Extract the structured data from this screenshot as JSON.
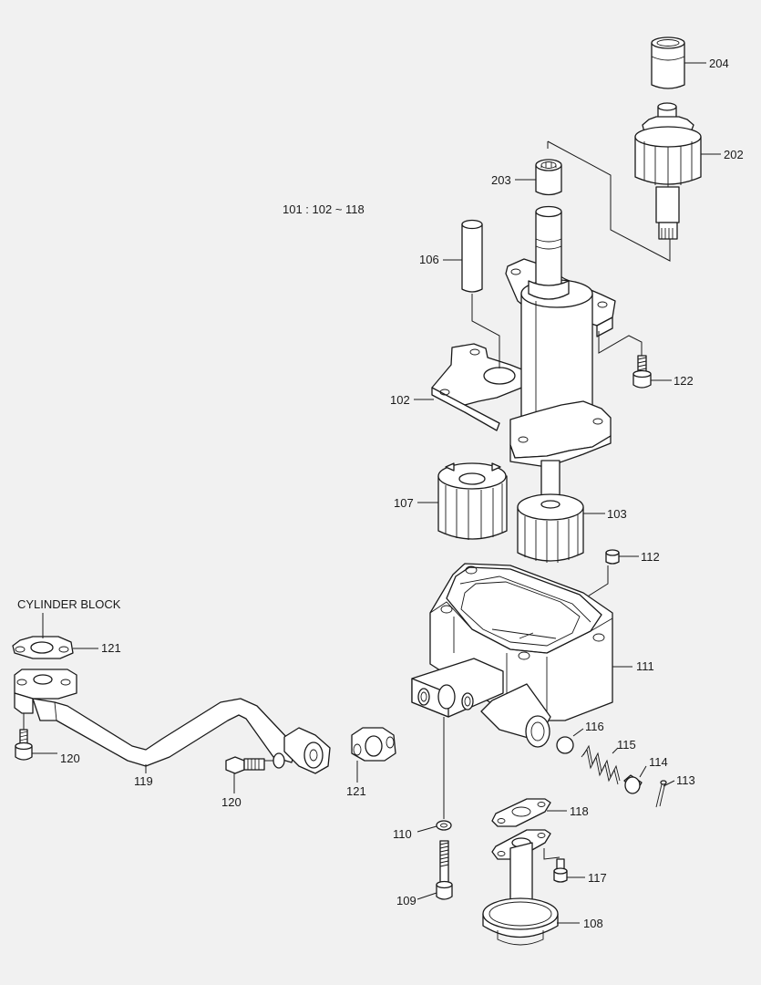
{
  "diagram": {
    "title_ref": "101 : 102 ~ 118",
    "cylinder_block_label": "CYLINDER BLOCK",
    "parts": {
      "p204": "204",
      "p202": "202",
      "p203": "203",
      "p106": "106",
      "p122": "122",
      "p102": "102",
      "p107": "107",
      "p103": "103",
      "p112": "112",
      "p121a": "121",
      "p111": "111",
      "p120a": "120",
      "p116": "116",
      "p115": "115",
      "p114": "114",
      "p113": "113",
      "p119": "119",
      "p120b": "120",
      "p121b": "121",
      "p118": "118",
      "p110": "110",
      "p117": "117",
      "p109": "109",
      "p108": "108"
    },
    "colors": {
      "background": "#f1f1f1",
      "line": "#1a1a1a",
      "fill": "#ffffff"
    }
  }
}
